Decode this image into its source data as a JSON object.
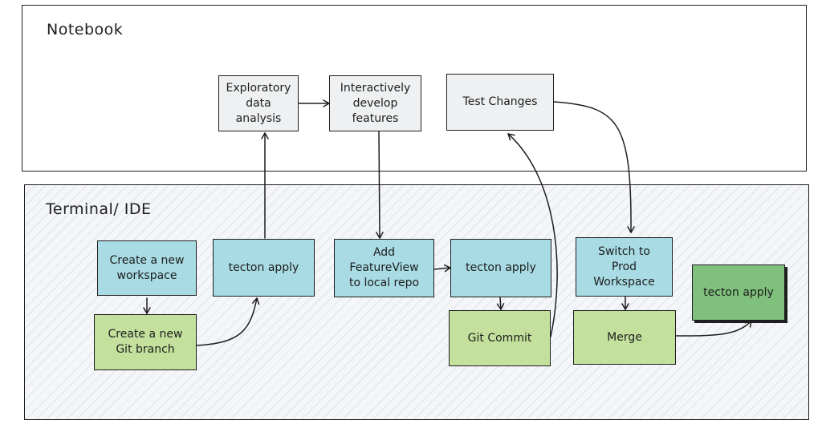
{
  "lanes": {
    "notebook_title": "Notebook",
    "terminal_title": "Terminal/ IDE"
  },
  "nodes": {
    "exploratory_analysis": "Exploratory\ndata\nanalysis",
    "interactively_develop": "Interactively\ndevelop\nfeatures",
    "test_changes": "Test Changes",
    "create_workspace": "Create a new\nworkspace",
    "create_branch": "Create a new\nGit branch",
    "tecton_apply_1": "tecton apply",
    "add_featureview": "Add\nFeatureView\nto local repo",
    "tecton_apply_2": "tecton apply",
    "git_commit": "Git Commit",
    "switch_prod": "Switch to\nProd\nWorkspace",
    "merge": "Merge",
    "tecton_apply_3": "tecton apply"
  },
  "colors": {
    "notebook_box": "#eef0f2",
    "terminal_blue": "#a8dbe3",
    "terminal_green": "#c3e19c",
    "final_green": "#7fc07d"
  }
}
